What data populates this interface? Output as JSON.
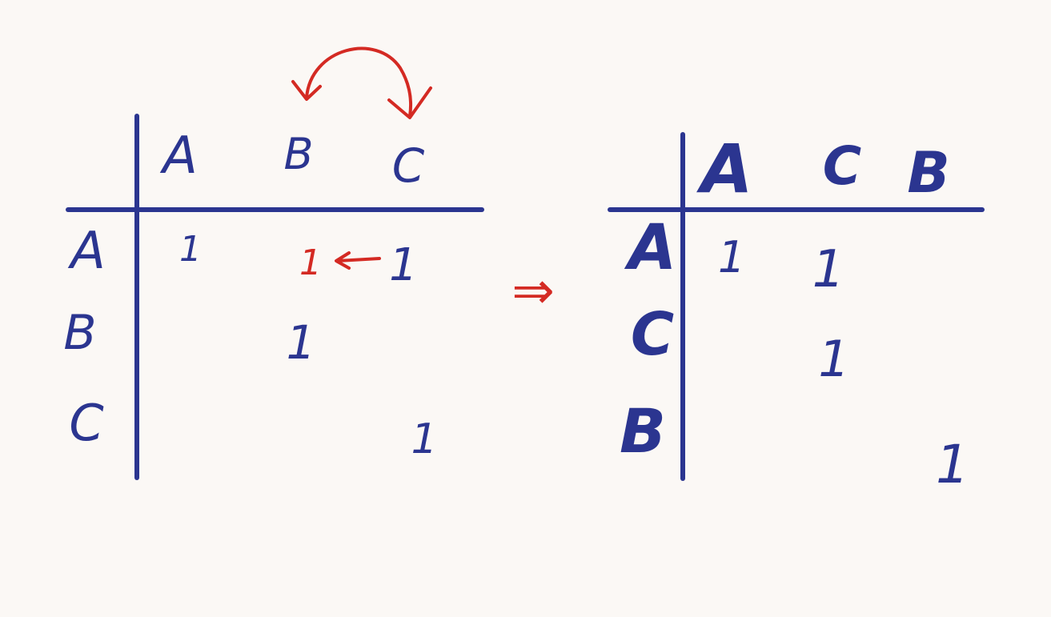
{
  "colors": {
    "ink": "#2b3590",
    "annotation": "#d42a23",
    "paper": "#fbf8f5"
  },
  "left_matrix": {
    "col_headers": [
      "A",
      "B",
      "C"
    ],
    "row_headers": [
      "A",
      "B",
      "C"
    ],
    "cells": [
      [
        "1",
        "1",
        "1"
      ],
      [
        "",
        "1",
        ""
      ],
      [
        "",
        "",
        "1"
      ]
    ]
  },
  "right_matrix": {
    "col_headers": [
      "A",
      "C",
      "B"
    ],
    "row_headers": [
      "A",
      "C",
      "B"
    ],
    "cells": [
      [
        "1",
        "1",
        ""
      ],
      [
        "",
        "1",
        ""
      ],
      [
        "",
        "",
        "1"
      ]
    ]
  },
  "annotations": {
    "swap_arrow": "curved-swap-arrow",
    "move_arrow": "left-arrow",
    "implies": "⇒"
  }
}
